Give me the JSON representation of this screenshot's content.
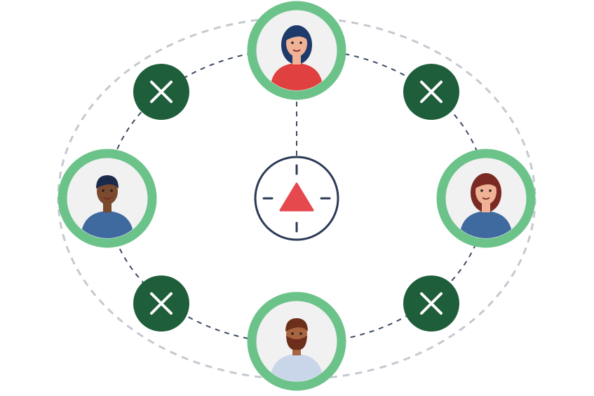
{
  "colors": {
    "outer_ring": "#c5c9d1",
    "inner_ring": "#3c4a63",
    "avatar_border": "#6cc38a",
    "avatar_bg": "#f1f1f1",
    "blocked_badge": "#1f5e3a",
    "compass_stroke": "#2b3a55",
    "alert": "#e5484d"
  },
  "nodes": [
    {
      "id": "top",
      "icon": "woman-avatar-red-shirt",
      "skin": "#f0b296",
      "hair": "#1e3a6b",
      "shirt": "#e0403f"
    },
    {
      "id": "left",
      "icon": "man-avatar-blue-shirt",
      "skin": "#7a4a2e",
      "hair": "#1b2a4a",
      "shirt": "#3f6aa0"
    },
    {
      "id": "right",
      "icon": "woman-avatar-blue-shirt",
      "skin": "#f0b296",
      "hair": "#7a2a22",
      "shirt": "#3f6aa0"
    },
    {
      "id": "bottom",
      "icon": "bearded-man-avatar",
      "skin": "#a8643e",
      "hair": "#6b2f1c",
      "shirt": "#c9d6ea"
    }
  ],
  "badges": [
    "blocked-x-icon",
    "blocked-x-icon",
    "blocked-x-icon",
    "blocked-x-icon"
  ],
  "center": {
    "icon": "compass-alert-icon"
  }
}
